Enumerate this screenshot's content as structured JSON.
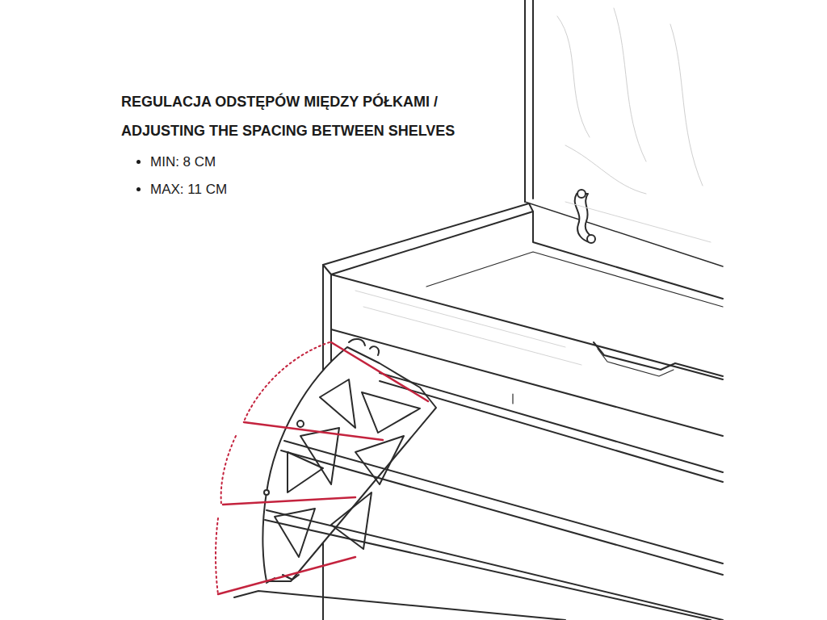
{
  "diagram": {
    "title": "REGULACJA ODSTĘPÓW MIĘDZY PÓŁKAMI / ADJUSTING THE SPACING BETWEEN SHELVES",
    "labels": [
      "MIN: 8 CM",
      "MAX: 11 CM"
    ]
  }
}
